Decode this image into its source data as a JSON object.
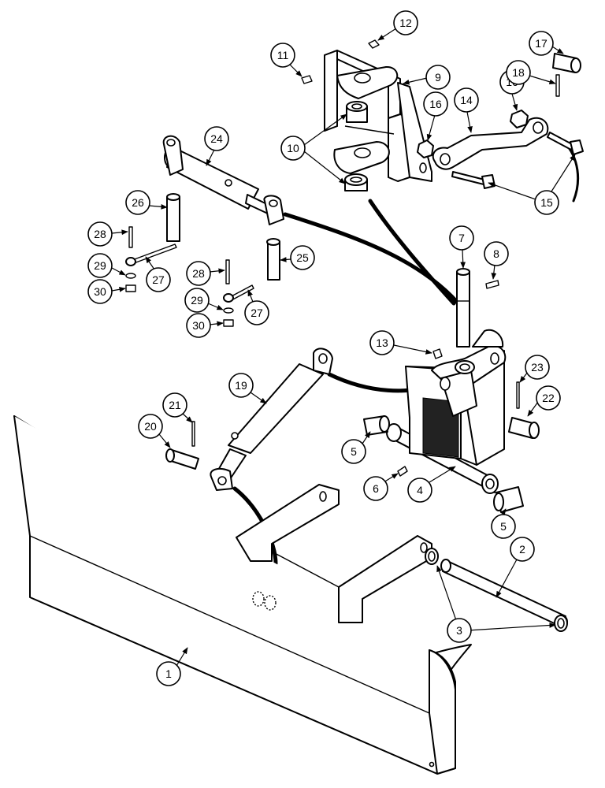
{
  "callouts": [
    {
      "label": "1"
    },
    {
      "label": "2"
    },
    {
      "label": "3"
    },
    {
      "label": "4"
    },
    {
      "label": "5"
    },
    {
      "label": "5"
    },
    {
      "label": "6"
    },
    {
      "label": "7"
    },
    {
      "label": "8"
    },
    {
      "label": "9"
    },
    {
      "label": "10"
    },
    {
      "label": "11"
    },
    {
      "label": "12"
    },
    {
      "label": "13"
    },
    {
      "label": "14"
    },
    {
      "label": "15"
    },
    {
      "label": "16"
    },
    {
      "label": "16"
    },
    {
      "label": "17"
    },
    {
      "label": "18"
    },
    {
      "label": "19"
    },
    {
      "label": "20"
    },
    {
      "label": "21"
    },
    {
      "label": "22"
    },
    {
      "label": "23"
    },
    {
      "label": "24"
    },
    {
      "label": "25"
    },
    {
      "label": "26"
    },
    {
      "label": "27"
    },
    {
      "label": "27"
    },
    {
      "label": "28"
    },
    {
      "label": "28"
    },
    {
      "label": "29"
    },
    {
      "label": "29"
    },
    {
      "label": "30"
    },
    {
      "label": "30"
    }
  ]
}
